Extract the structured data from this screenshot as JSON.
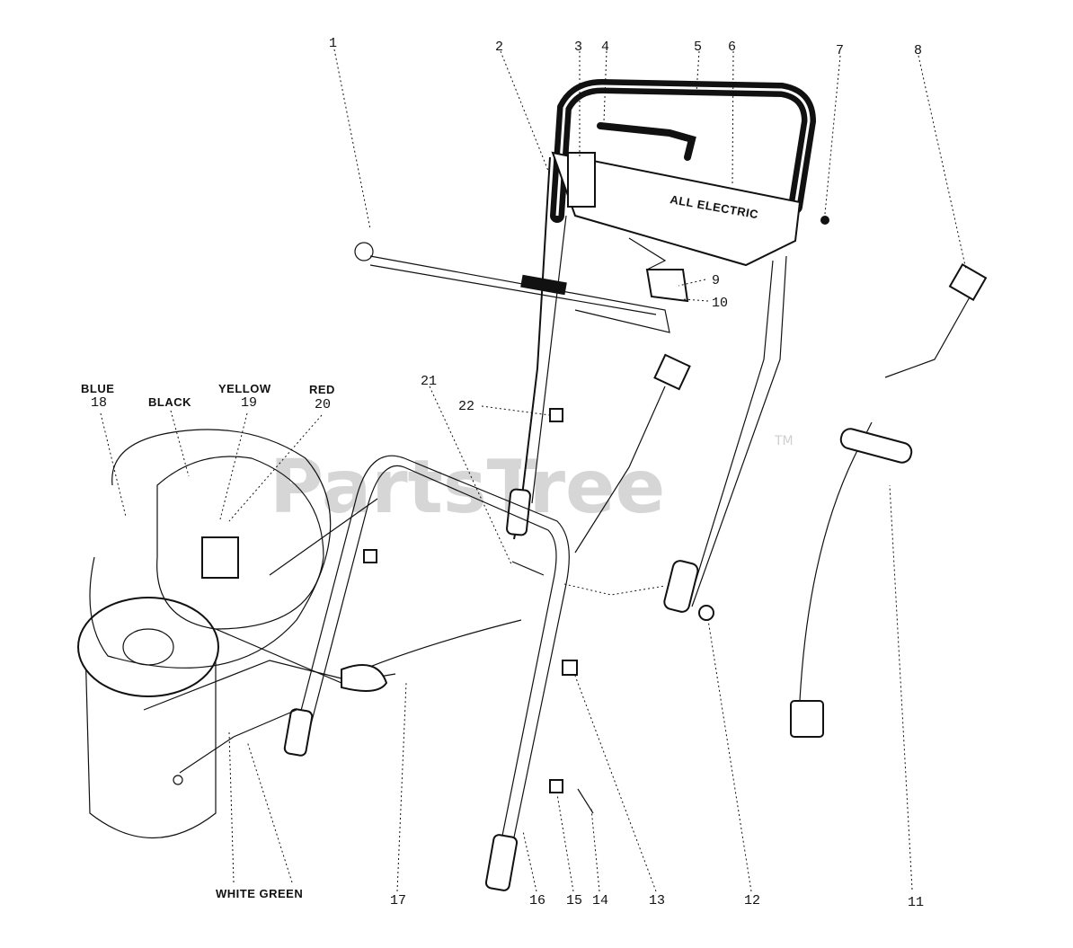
{
  "watermark": {
    "text": "PartsTree",
    "mark": "TM"
  },
  "handle_decal": "ALL ELECTRIC",
  "callouts": [
    {
      "id": "c1",
      "text": "1"
    },
    {
      "id": "c2",
      "text": "2"
    },
    {
      "id": "c3",
      "text": "3"
    },
    {
      "id": "c4",
      "text": "4"
    },
    {
      "id": "c5",
      "text": "5"
    },
    {
      "id": "c6",
      "text": "6"
    },
    {
      "id": "c7",
      "text": "7"
    },
    {
      "id": "c8",
      "text": "8"
    },
    {
      "id": "c9",
      "text": "9"
    },
    {
      "id": "c10",
      "text": "10"
    },
    {
      "id": "c11",
      "text": "11"
    },
    {
      "id": "c12",
      "text": "12"
    },
    {
      "id": "c13",
      "text": "13"
    },
    {
      "id": "c14",
      "text": "14"
    },
    {
      "id": "c15",
      "text": "15"
    },
    {
      "id": "c16",
      "text": "16"
    },
    {
      "id": "c17",
      "text": "17"
    },
    {
      "id": "c18",
      "text": "18"
    },
    {
      "id": "c19",
      "text": "19"
    },
    {
      "id": "c20",
      "text": "20"
    },
    {
      "id": "c21",
      "text": "21"
    },
    {
      "id": "c22",
      "text": "22"
    }
  ],
  "wire_labels": {
    "blue": "BLUE",
    "black": "BLACK",
    "yellow": "YELLOW",
    "red": "RED",
    "white_green": "WHITE GREEN"
  }
}
